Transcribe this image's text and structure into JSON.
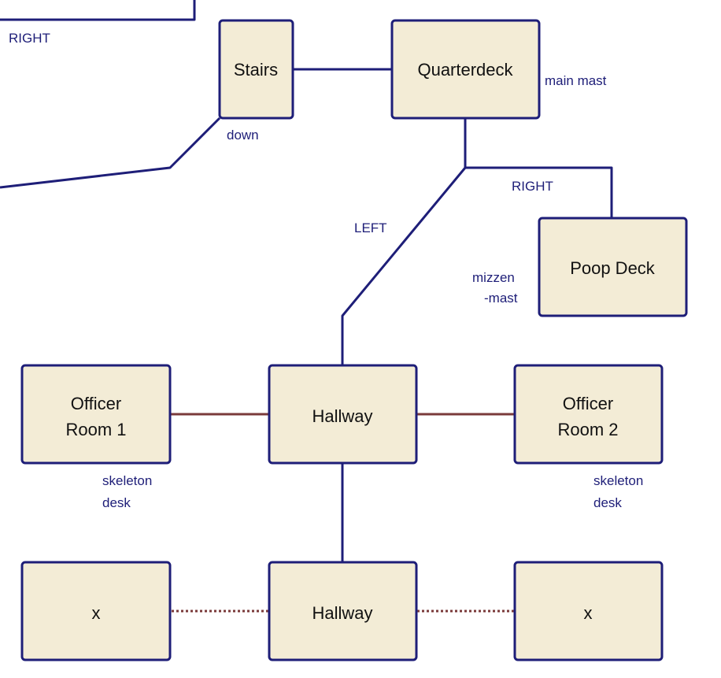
{
  "diagram": {
    "title": "Ship deck map",
    "nodes": {
      "stairs": {
        "label": [
          "Stairs"
        ]
      },
      "quarterdeck": {
        "label": [
          "Quarterdeck"
        ]
      },
      "poop_deck": {
        "label": [
          "Poop Deck"
        ]
      },
      "officer_room_1": {
        "label": [
          "Officer",
          "Room 1"
        ]
      },
      "hallway_upper": {
        "label": [
          "Hallway"
        ]
      },
      "officer_room_2": {
        "label": [
          "Officer",
          "Room 2"
        ]
      },
      "x_left": {
        "label": [
          "x"
        ]
      },
      "hallway_lower": {
        "label": [
          "Hallway"
        ]
      },
      "x_right": {
        "label": [
          "x"
        ]
      }
    },
    "annotations": {
      "right_top_left": "RIGHT",
      "down": "down",
      "main_mast": "main mast",
      "right_branch": "RIGHT",
      "left_branch": "LEFT",
      "mizzen_1": "mizzen",
      "mizzen_2": "-mast",
      "officer1_item_1": "skeleton",
      "officer1_item_2": "desk",
      "officer2_item_1": "skeleton",
      "officer2_item_2": "desk"
    },
    "edges": [
      {
        "from": "offscreen",
        "to": "stairs",
        "style": "solid"
      },
      {
        "from": "stairs",
        "to": "quarterdeck",
        "style": "solid"
      },
      {
        "from": "quarterdeck",
        "to": "poop_deck",
        "style": "solid",
        "label": "RIGHT"
      },
      {
        "from": "quarterdeck",
        "to": "hallway_upper",
        "style": "solid",
        "label": "LEFT"
      },
      {
        "from": "officer_room_1",
        "to": "hallway_upper",
        "style": "maroon"
      },
      {
        "from": "hallway_upper",
        "to": "officer_room_2",
        "style": "maroon"
      },
      {
        "from": "hallway_upper",
        "to": "hallway_lower",
        "style": "solid"
      },
      {
        "from": "x_left",
        "to": "hallway_lower",
        "style": "dotted"
      },
      {
        "from": "hallway_lower",
        "to": "x_right",
        "style": "dotted"
      }
    ],
    "colors": {
      "node_fill": "#f3ecd6",
      "node_stroke": "#1e1e78",
      "edge_primary": "#1e1e78",
      "edge_secondary": "#7a3a3a",
      "annotation_text": "#1e1e78"
    }
  }
}
